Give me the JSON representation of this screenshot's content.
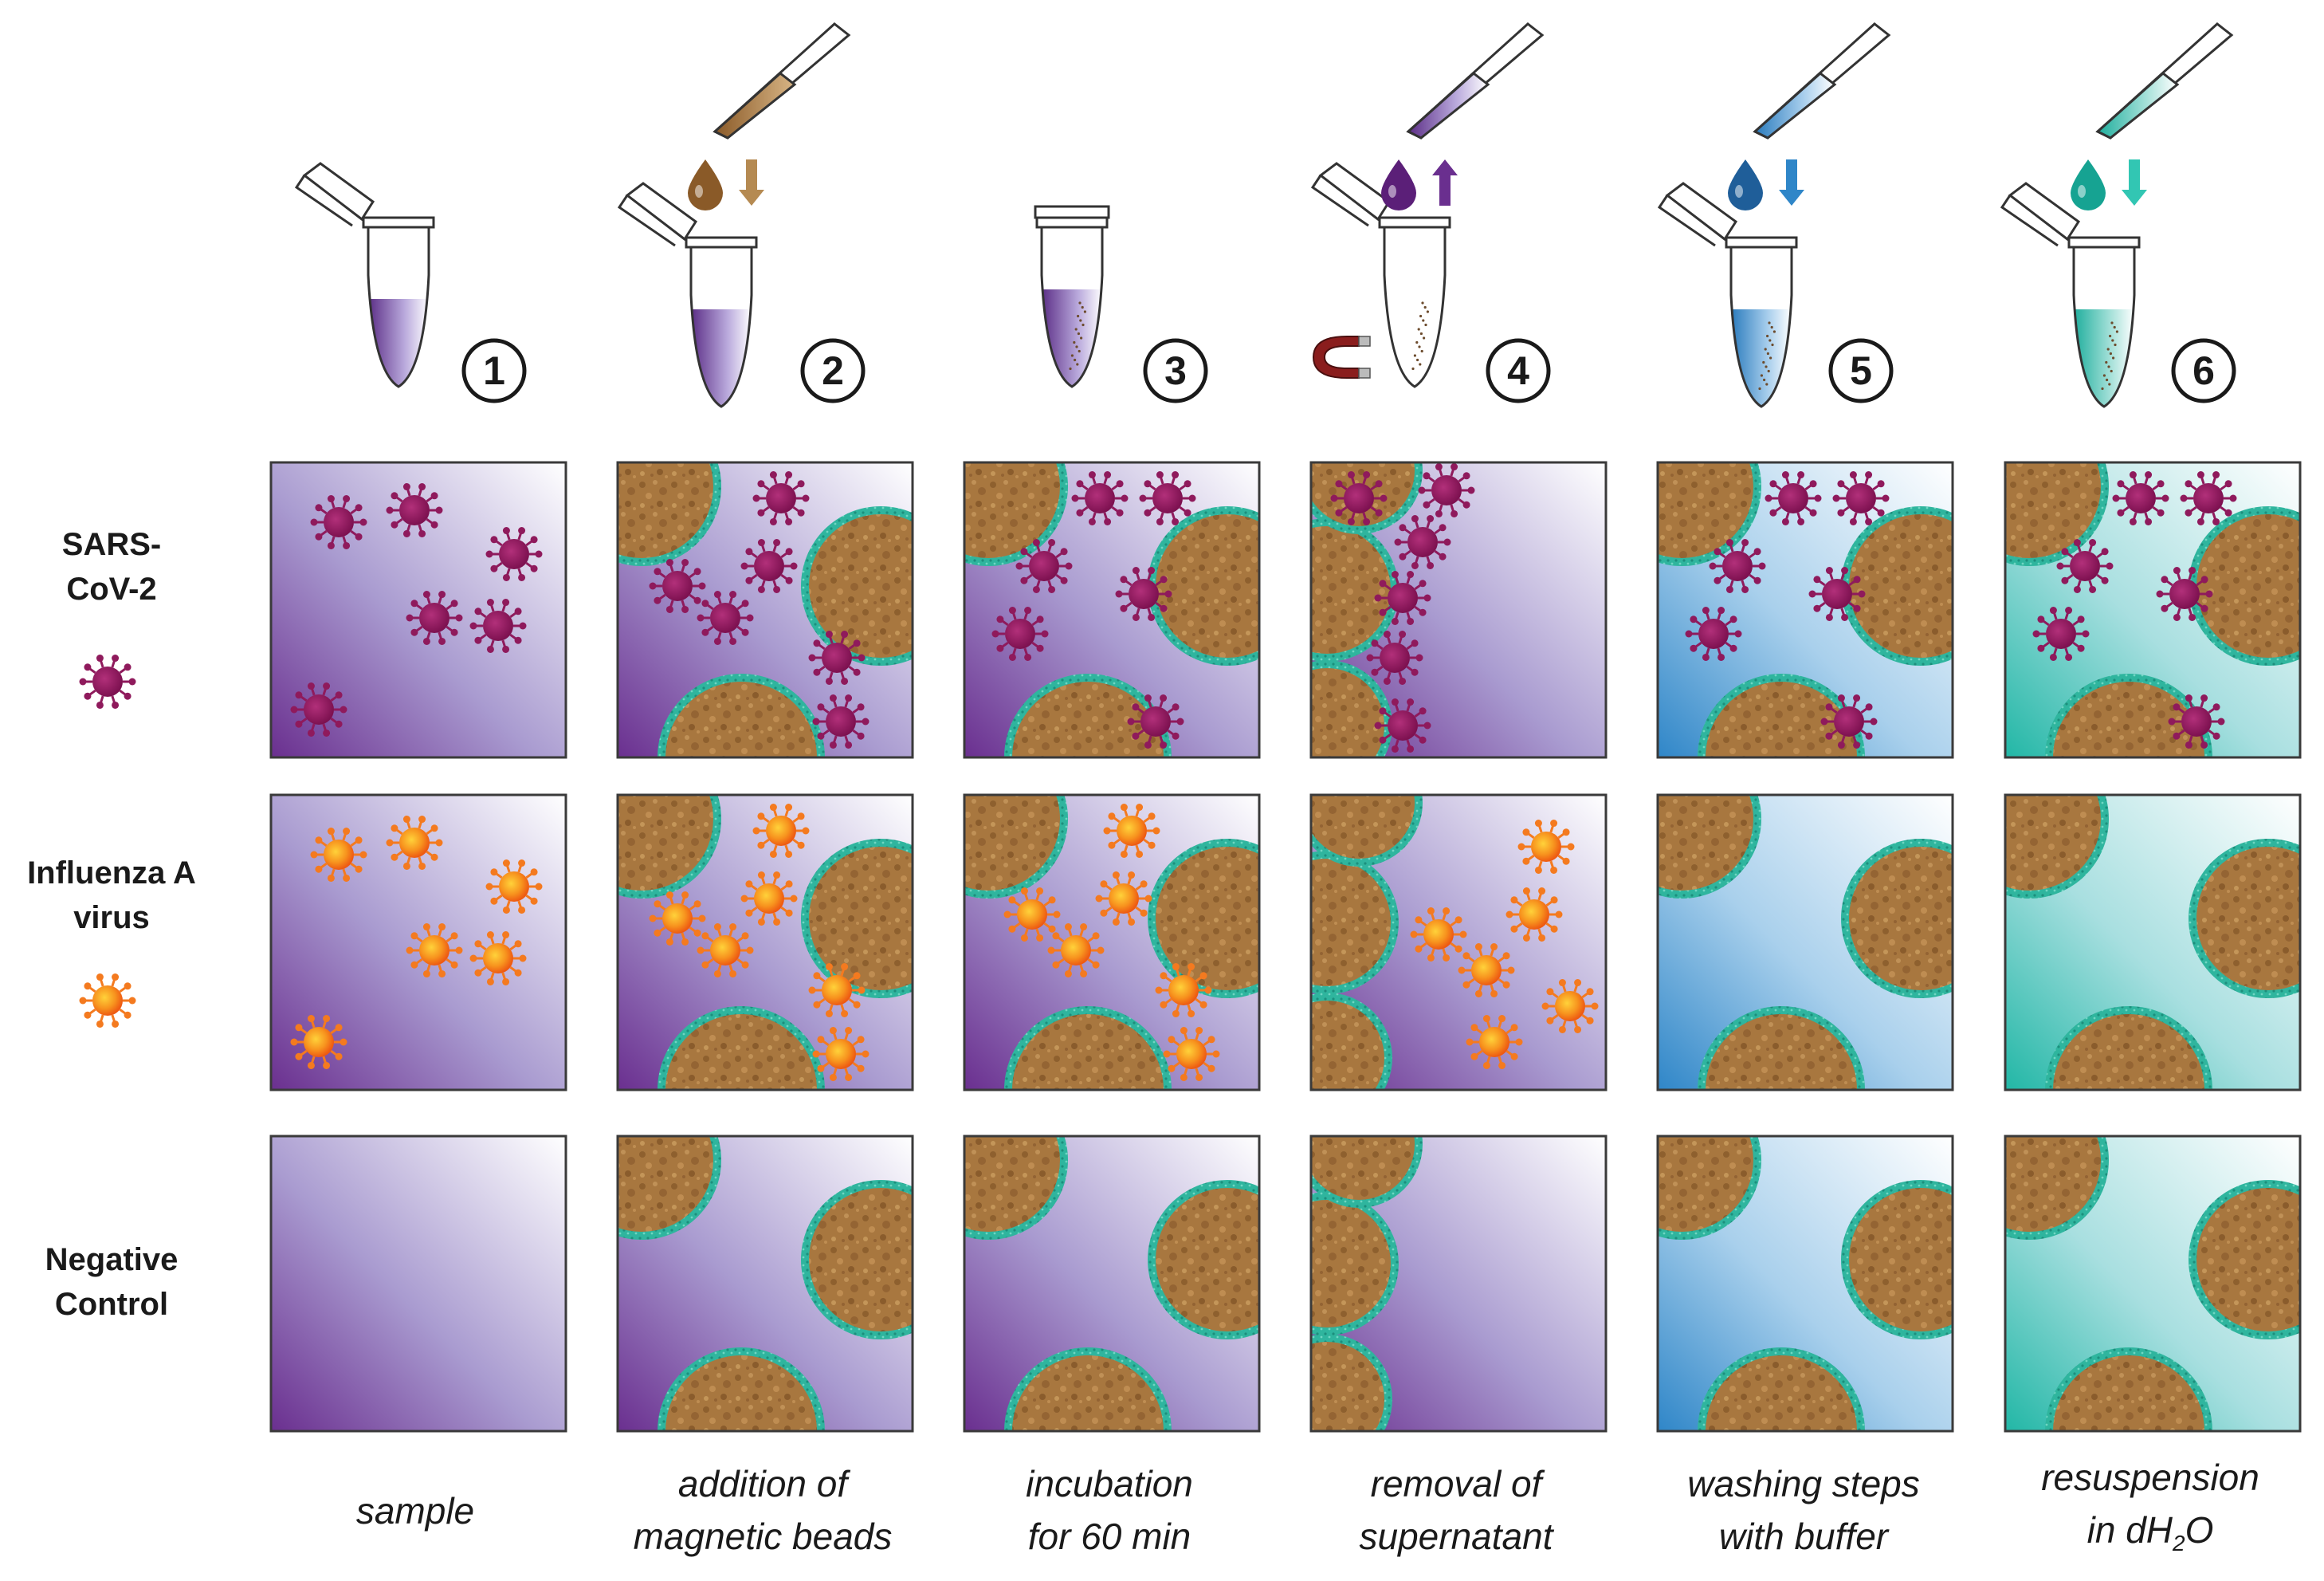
{
  "row_labels": {
    "sars": [
      "SARS-",
      "CoV-2"
    ],
    "influenza": [
      "Influenza A",
      "virus"
    ],
    "negative": [
      "Negative",
      "Control"
    ]
  },
  "steps": [
    {
      "number": "1",
      "caption": [
        "sample"
      ]
    },
    {
      "number": "2",
      "caption": [
        "addition of",
        "magnetic beads"
      ]
    },
    {
      "number": "3",
      "caption": [
        "incubation",
        "for 60 min"
      ]
    },
    {
      "number": "4",
      "caption": [
        "removal of",
        "supernatant"
      ]
    },
    {
      "number": "5",
      "caption": [
        "washing steps",
        "with buffer"
      ]
    },
    {
      "number": "6",
      "caption_line1": "resuspension",
      "caption_line2_pre": "in dH",
      "caption_line2_sub": "2",
      "caption_line2_post": "O"
    }
  ],
  "colors": {
    "purple_liquid": "#6a2f8f",
    "blue_liquid": "#2f86c8",
    "teal_liquid": "#22b7a6",
    "bead_fill": "#a8773f",
    "bead_rim": "#2fb59e",
    "sars_virus": "#8f1a5c",
    "influenza_virus": "#f47a1f",
    "magnet": "#8a1d1d"
  },
  "icons": [
    "tube-icon",
    "pipette-icon",
    "drop-icon",
    "arrow-down-icon",
    "arrow-up-icon",
    "magnet-icon"
  ]
}
